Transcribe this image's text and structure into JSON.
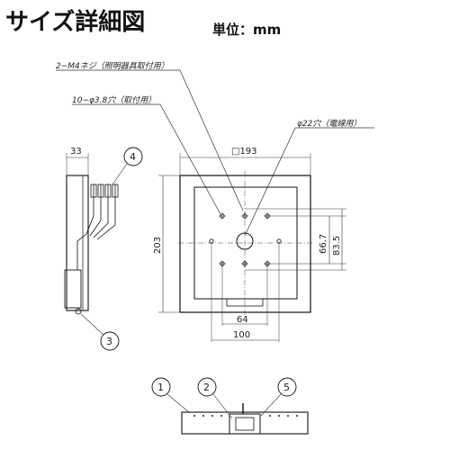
{
  "header": {
    "title": "サイズ詳細図",
    "unit_label": "単位：mm"
  },
  "annotations": {
    "screw": "2−M4ネジ（照明器具取付用）",
    "holes": "10−φ3.8穴（取付用）",
    "cable_hole": "φ22穴（電線用）"
  },
  "dimensions": {
    "width_top": "□193",
    "height_left": "203",
    "depth_side": "33",
    "hole_span_64": "64",
    "hole_span_100": "100",
    "vertical_66_7": "66.7",
    "vertical_83_5": "83.5"
  },
  "callouts": [
    "1",
    "2",
    "3",
    "4",
    "5"
  ]
}
